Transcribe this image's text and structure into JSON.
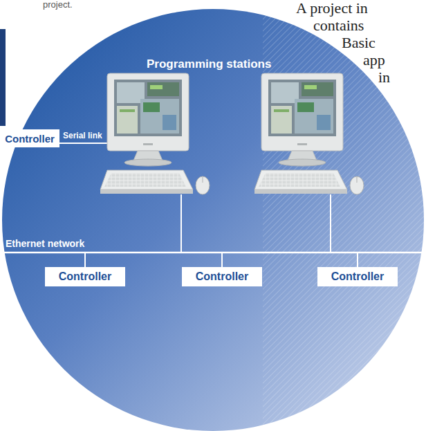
{
  "diagram": {
    "nodes": [
      {
        "text": [
          "Controller"
        ]
      },
      {
        "text": [
          "Controller"
        ]
      },
      {
        "text": [
          "Controller"
        ]
      },
      {
        "text": [
          "Controller"
        ]
      }
    ],
    "labels": [
      "project.",
      "A project in",
      "contains",
      "Basic",
      "app",
      "in",
      "Programming stations",
      "Serial link",
      "Ethernet network"
    ]
  }
}
